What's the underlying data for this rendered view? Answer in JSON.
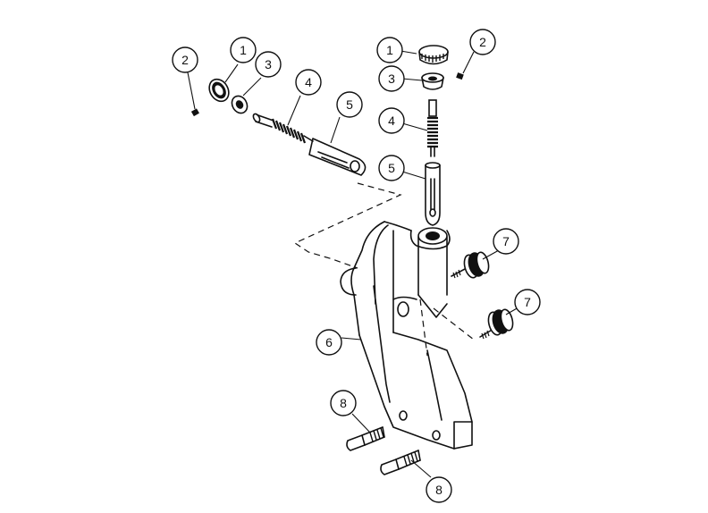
{
  "callouts": {
    "left_assembly": {
      "c1": "1",
      "c2": "2",
      "c3": "3",
      "c4": "4",
      "c5": "5"
    },
    "right_assembly": {
      "c1": "1",
      "c2": "2",
      "c3": "3",
      "c4": "4",
      "c5": "5"
    },
    "bracket": "6",
    "thumb_screw_upper": "7",
    "thumb_screw_lower": "7",
    "cap_screw_upper": "8",
    "cap_screw_lower": "8"
  }
}
